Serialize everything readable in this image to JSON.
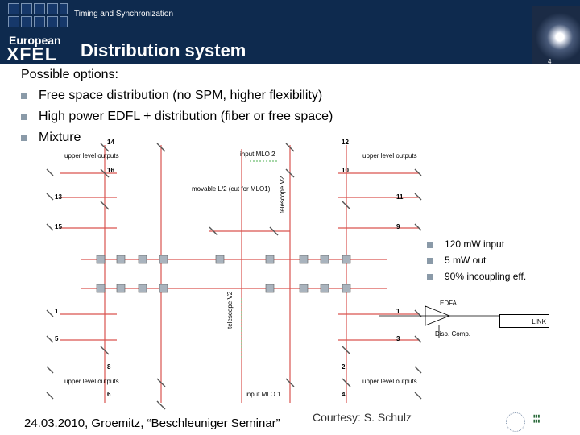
{
  "header": {
    "logo_line1": "European",
    "logo_line2": "XFEL",
    "subtitle": "Timing and Synchronization",
    "title": "Distribution system",
    "page_number": "4"
  },
  "intro": "Possible options:",
  "options": [
    "Free space distribution (no SPM, higher flexibility)",
    "High power EDFL  + distribution (fiber or free space)",
    "Mixture"
  ],
  "specs": [
    "120 mW input",
    "5 mW out",
    "90% incoupling eff."
  ],
  "edfa_label": "EDFA",
  "link_label": "LINK",
  "disp_label": "Disp. Comp.",
  "footer": "24.03.2010, Groemitz, “Beschleuniger Seminar”",
  "courtesy": "Courtesy: S. Schulz",
  "diagram": {
    "left_outputs": [
      "14",
      "16",
      "13",
      "15",
      "1",
      "5",
      "8",
      "6"
    ],
    "right_outputs": [
      "12",
      "10",
      "11",
      "9",
      "1",
      "3",
      "2",
      "4"
    ],
    "upper_outputs_text": "upper level outputs",
    "lower_outputs_text": "upper level outputs",
    "input_mlo2": "input MLO 2",
    "input_mlo1": "input MLO 1",
    "movable_text": "movable L/2 (cut for MLO1)",
    "telescope_top": "telescope V2",
    "telescope_mid": "telescope V2"
  },
  "colors": {
    "header": "#0e2a4e",
    "laser": "#d9534f",
    "bullet": "#8a9aa8"
  }
}
